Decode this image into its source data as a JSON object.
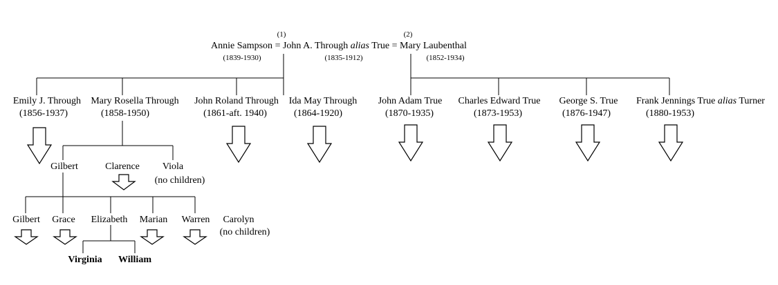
{
  "top": {
    "marker_1": "(1)",
    "marker_2": "(2)",
    "wife1_name": "Annie Sampson",
    "eq1": " = ",
    "husband_name": "John A. Through ",
    "alias_word": "alias",
    "husband_alias": " True",
    "eq2": " = ",
    "wife2_name": "Mary Laubenthal",
    "wife1_dates": "(1839-1930)",
    "husband_dates": "(1835-1912)",
    "wife2_dates": "(1852-1934)"
  },
  "children": [
    {
      "name": "Emily J. Through",
      "dates": "(1856-1937)"
    },
    {
      "name": "Mary Rosella Through",
      "dates": "(1858-1950)"
    },
    {
      "name": "John Roland Through",
      "dates": "(1861-aft. 1940)"
    },
    {
      "name": "Ida May Through",
      "dates": "(1864-1920)"
    },
    {
      "name": "John Adam True",
      "dates": "(1870-1935)"
    },
    {
      "name": "Charles Edward True",
      "dates": "(1873-1953)"
    },
    {
      "name": "George S. True",
      "dates": "(1876-1947)"
    },
    {
      "name": "Frank Jennings True ",
      "alias_word": "alias",
      "name_suffix": " Turner",
      "dates": "(1880-1953)"
    }
  ],
  "grandchildren": [
    {
      "name": "Gilbert"
    },
    {
      "name": "Clarence"
    },
    {
      "name": "Viola",
      "note": "(no children)"
    }
  ],
  "great_grandchildren": [
    {
      "name": "Gilbert"
    },
    {
      "name": "Grace"
    },
    {
      "name": "Elizabeth"
    },
    {
      "name": "Marian"
    },
    {
      "name": "Warren"
    },
    {
      "name": "Carolyn",
      "note": "(no children)"
    }
  ],
  "great_great_grandchildren": [
    {
      "name": "Virginia"
    },
    {
      "name": "William"
    }
  ]
}
